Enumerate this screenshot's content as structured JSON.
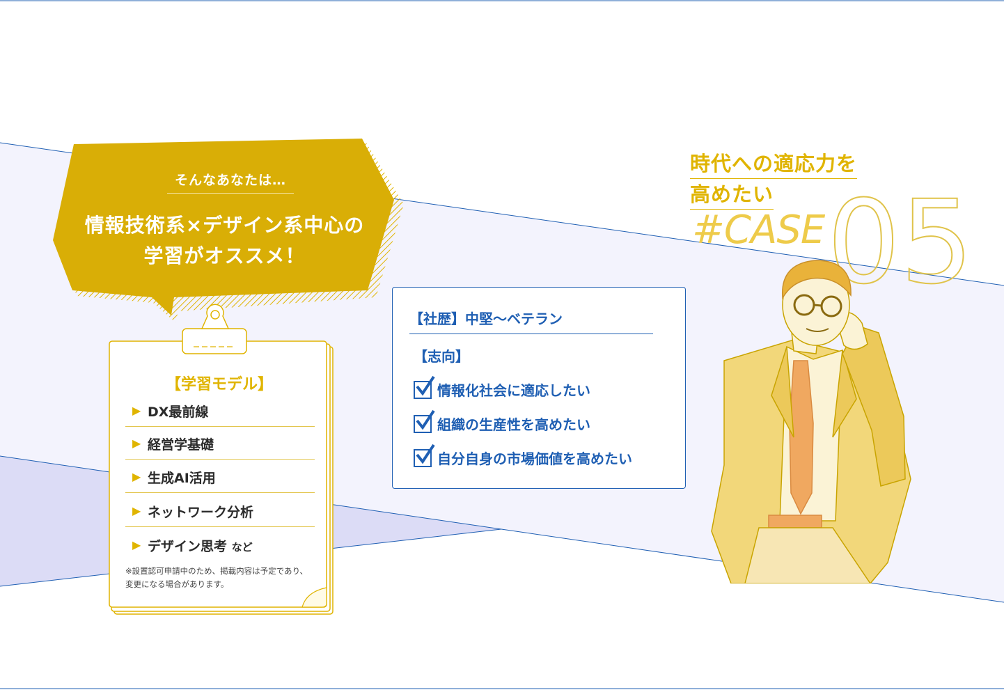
{
  "bubble": {
    "subtitle": "そんなあなたは…",
    "line1": "情報技術系×デザイン系中心の",
    "line2": "学習がオススメ！"
  },
  "clipboard": {
    "title": "【学習モデル】",
    "items": [
      {
        "label": "DX最前線"
      },
      {
        "label": "経営学基礎"
      },
      {
        "label": "生成AI活用"
      },
      {
        "label": "ネットワーク分析"
      },
      {
        "label": "デザイン思考",
        "suffix": "など"
      }
    ],
    "note_line1": "※設置認可申請中のため、掲載内容は予定であり、",
    "note_line2": "変更になる場合があります。"
  },
  "profile": {
    "career": "【社歴】中堅〜ベテラン",
    "orientation_label": "【志向】",
    "goals": [
      "情報化社会に適応したい",
      "組織の生産性を高めたい",
      "自分自身の市場価値を高めたい"
    ]
  },
  "case": {
    "heading_line1": "時代への適応力を",
    "heading_line2": "高めたい",
    "label": "#CASE",
    "number": "05"
  },
  "colors": {
    "gold": "#e0b400",
    "blue": "#1f5fb3",
    "band": "#f3f3fd",
    "band_dark": "#dcdcf6"
  },
  "icons": [
    "check-icon",
    "triangle-right-icon",
    "clip-icon",
    "businessman-illustration"
  ]
}
